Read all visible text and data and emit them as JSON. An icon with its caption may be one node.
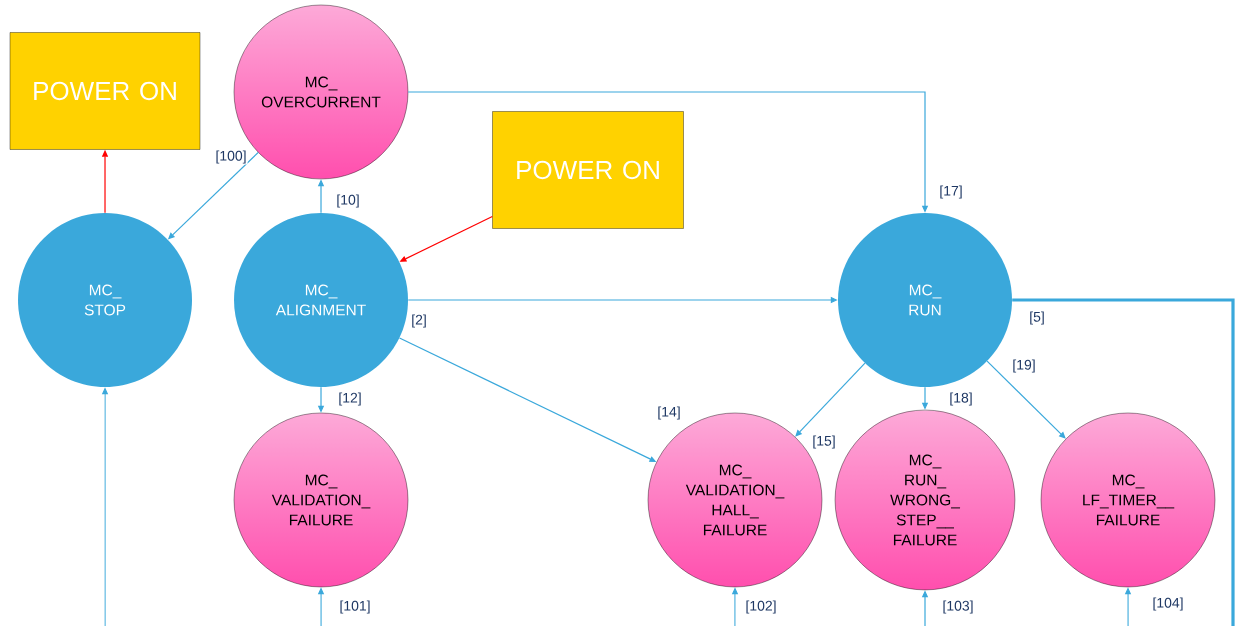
{
  "diagram": {
    "nodes": [
      {
        "text": [
          "POWER ON"
        ]
      },
      {
        "text": [
          "MC_ OVERCURRENT"
        ]
      },
      {
        "text": [
          "POWER ON"
        ]
      },
      {
        "text": [
          "MC_ STOP"
        ]
      },
      {
        "text": [
          "MC_ ALIGNMENT"
        ]
      },
      {
        "text": [
          "MC_ RUN"
        ]
      },
      {
        "text": [
          "MC_ VALIDATION_ FAILURE"
        ]
      },
      {
        "text": [
          "MC_ VALIDATION_ HALL_ FAILURE"
        ]
      },
      {
        "text": [
          "MC_ RUN_ WRONG_ STEP__ FAILURE"
        ]
      },
      {
        "text": [
          "MC_ LF_TIMER__ FAILURE"
        ]
      }
    ],
    "edges": [
      {
        "from": 3,
        "to": 0,
        "arrow": "to",
        "color": "#ff0000"
      },
      {
        "from": 1,
        "to": 3,
        "arrow": "to",
        "label": "[100]"
      },
      {
        "from": 4,
        "to": 1,
        "arrow": "to",
        "label": "[10]"
      },
      {
        "from": 2,
        "to": 4,
        "arrow": "to",
        "color": "#ff0000"
      },
      {
        "from": 1,
        "to": 5,
        "arrow": "to",
        "label": "[17]"
      },
      {
        "from": 4,
        "to": 5,
        "arrow": "to",
        "label": "[2]"
      },
      {
        "from": 4,
        "to": 6,
        "arrow": "to",
        "label": "[12]"
      },
      {
        "from": 4,
        "to": 7,
        "arrow": "to",
        "label": "[14]"
      },
      {
        "from": 5,
        "to": 7,
        "arrow": "to",
        "label": "[15]"
      },
      {
        "from": 5,
        "to": 8,
        "arrow": "to",
        "label": "[18]"
      },
      {
        "from": 5,
        "to": 9,
        "arrow": "to",
        "label": "[19]"
      },
      {
        "from": 5,
        "to": null,
        "arrow": "none",
        "label": "[5]",
        "style": "thick"
      },
      {
        "from": null,
        "to": 3,
        "arrow": "to"
      },
      {
        "from": null,
        "to": 6,
        "arrow": "to",
        "label": "[101]"
      },
      {
        "from": null,
        "to": 7,
        "arrow": "to",
        "label": "[102]"
      },
      {
        "from": null,
        "to": 8,
        "arrow": "to",
        "label": "[103]"
      },
      {
        "from": null,
        "to": 9,
        "arrow": "to",
        "label": "[104]"
      }
    ]
  }
}
